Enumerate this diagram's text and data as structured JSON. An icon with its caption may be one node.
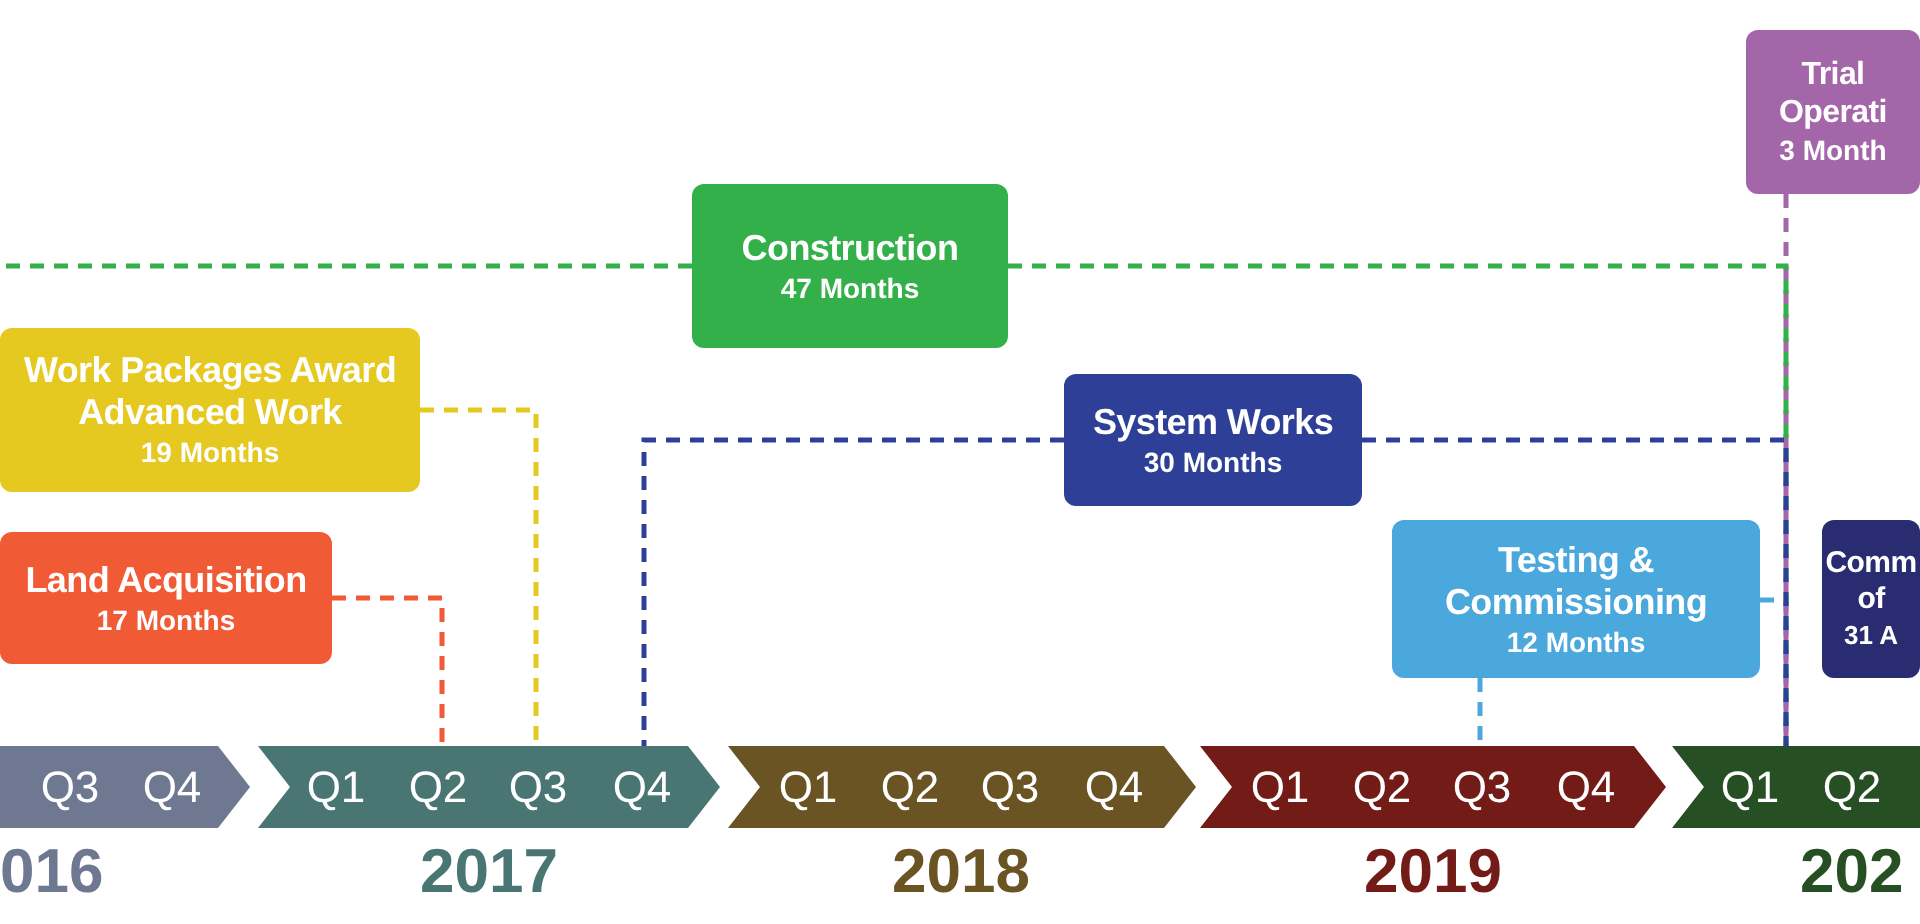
{
  "diagram": {
    "nodes": [
      {
        "text": [
          "Trial Operati",
          "3 Month"
        ]
      },
      {
        "text": [
          "Construction",
          "47 Months"
        ]
      },
      {
        "text": [
          "Work Packages Award Advanced Work",
          "19 Months"
        ]
      },
      {
        "text": [
          "System Works",
          "30 Months"
        ]
      },
      {
        "text": [
          "Land Acquisition",
          "17 Months"
        ]
      },
      {
        "text": [
          "Testing & Commissioning",
          "12 Months"
        ]
      },
      {
        "text": [
          "Comm of",
          "31 A"
        ]
      },
      {
        "text": [
          "Q3",
          "Q4"
        ],
        "beside": [
          "016"
        ]
      },
      {
        "text": [
          "Q1",
          "Q2",
          "Q3",
          "Q4"
        ],
        "beside": [
          "2017"
        ]
      },
      {
        "text": [
          "Q1",
          "Q2",
          "Q3",
          "Q4"
        ],
        "beside": [
          "2018"
        ]
      },
      {
        "text": [
          "Q1",
          "Q2",
          "Q3",
          "Q4"
        ],
        "beside": [
          "2019"
        ]
      },
      {
        "text": [
          "Q1",
          "Q2"
        ],
        "beside": [
          "202"
        ]
      }
    ],
    "edges": [
      {
        "from": 4,
        "to": 8,
        "arrow": "none",
        "style": "dashed",
        "color": "#f05a35"
      },
      {
        "from": 2,
        "to": 8,
        "arrow": "none",
        "style": "dashed",
        "color": "#e5c820"
      },
      {
        "from": 3,
        "to": 8,
        "arrow": "none",
        "style": "dashed",
        "color": "#2e3f98"
      },
      {
        "from": 3,
        "to": 11,
        "arrow": "none",
        "style": "dashed",
        "color": "#2e3f98"
      },
      {
        "from": 1,
        "to": 11,
        "arrow": "none",
        "style": "dashed",
        "color": "#33b04a"
      },
      {
        "from": 1,
        "to": null,
        "arrow": "none",
        "style": "dashed",
        "color": "#33b04a"
      },
      {
        "from": 0,
        "to": 11,
        "arrow": "none",
        "style": "dashed",
        "color": "#a366a8"
      },
      {
        "from": 5,
        "to": 10,
        "arrow": "none",
        "style": "dashed",
        "color": "#4aa8dc"
      },
      {
        "from": 5,
        "to": 11,
        "arrow": "none",
        "style": "dashed",
        "color": "#4aa8dc"
      }
    ]
  }
}
